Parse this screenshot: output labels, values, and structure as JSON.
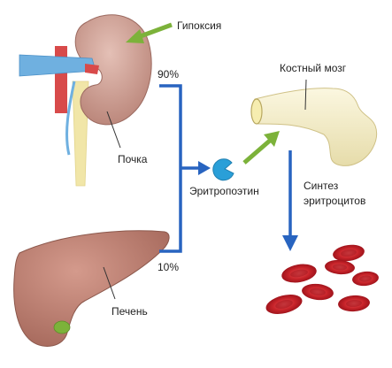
{
  "labels": {
    "hypoxia": "Гипоксия",
    "kidney": "Почка",
    "liver": "Печень",
    "bone_marrow": "Костный мозг",
    "erythropoietin": "Эритропоэтин",
    "synthesis_line1": "Синтез",
    "synthesis_line2": "эритроцитов",
    "pct_kidney": "90%",
    "pct_liver": "10%"
  },
  "colors": {
    "kidney": "#c89a8e",
    "liver": "#b87a6c",
    "vessel_blue": "#6fb0e0",
    "vessel_red": "#d84a4a",
    "ureter": "#f1e6a8",
    "green_arrow": "#7cb23a",
    "blue_arrow": "#2864c0",
    "rbc": "#c8242a",
    "bone": "#f4eec8",
    "epo": "#2a9fd8"
  }
}
